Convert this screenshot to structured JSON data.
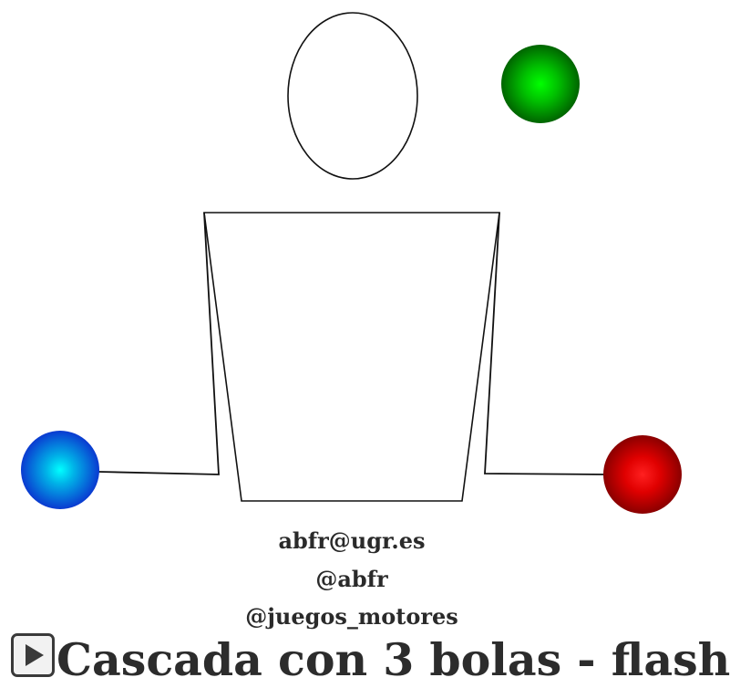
{
  "animation": {
    "title": "Cascada con 3 bolas - flash",
    "credits": {
      "email": "abfr@ugr.es",
      "handle": "@abfr",
      "project": "@juegos_motores"
    },
    "play_button": {
      "icon": "play-icon"
    },
    "balls": [
      {
        "name": "blue",
        "color": "#0a47d8",
        "highlight": "#00f0f0"
      },
      {
        "name": "green",
        "color": "#0a7a0a",
        "highlight": "#00ff00"
      },
      {
        "name": "red",
        "color": "#b00000",
        "highlight": "#ff2020"
      }
    ]
  }
}
